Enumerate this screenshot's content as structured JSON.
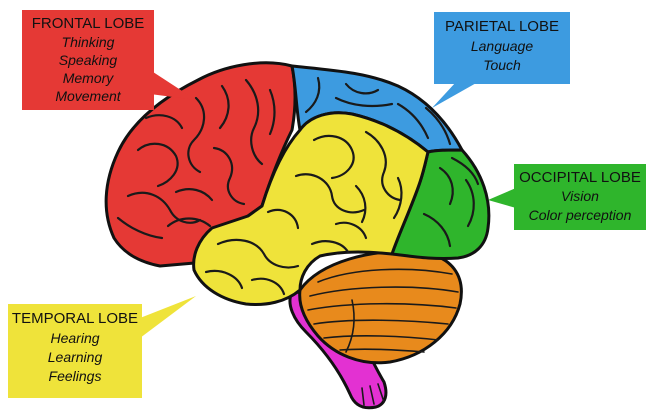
{
  "lobes": [
    {
      "id": "frontal",
      "title": "FRONTAL LOBE",
      "functions": [
        "Thinking",
        "Speaking",
        "Memory",
        "Movement"
      ],
      "color": "#e53935"
    },
    {
      "id": "parietal",
      "title": "PARIETAL LOBE",
      "functions": [
        "Language",
        "Touch"
      ],
      "color": "#3d9be0"
    },
    {
      "id": "occipital",
      "title": "OCCIPITAL LOBE",
      "functions": [
        "Vision",
        "Color perception"
      ],
      "color": "#2fb52c"
    },
    {
      "id": "temporal",
      "title": "TEMPORAL LOBE",
      "functions": [
        "Hearing",
        "Learning",
        "Feelings"
      ],
      "color": "#efe33a"
    }
  ],
  "structures": {
    "cerebellum_color": "#e88a1c",
    "brainstem_color": "#e331d2"
  }
}
